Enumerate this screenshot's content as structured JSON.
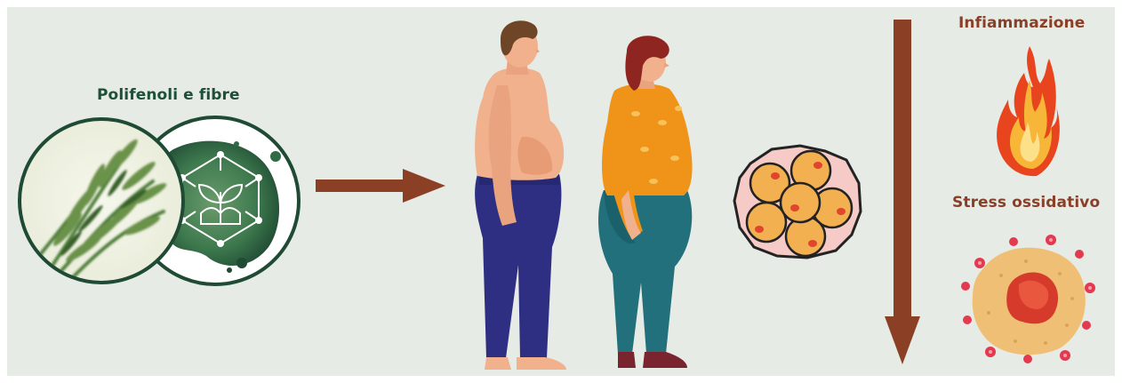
{
  "labels": {
    "polyphenols": "Polifenoli e fibre",
    "inflammation": "Infiammazione",
    "oxidative_stress": "Stress ossidativo"
  },
  "colors": {
    "background": "#e6ebe6",
    "green_label": "#1e5038",
    "brown_label": "#8a4028",
    "arrow": "#8b4026",
    "dark_green_ring": "#1f4a33",
    "man_jeans": "#2e2f82",
    "woman_jeans": "#21707c",
    "woman_top": "#ef9419",
    "skin": "#f1b18c",
    "man_hair": "#6e4526",
    "woman_hair": "#8e2521",
    "adipocyte_fill": "#f2b050",
    "adipocyte_nucleus": "#e2452e",
    "flame_outer": "#e8451e",
    "flame_inner": "#f7b637",
    "cell_membrane": "#efbf76",
    "cell_core": "#d63a2a",
    "radical_dot": "#e33a4f"
  },
  "icons": {
    "grass_photo": "grass-photo-icon",
    "plant_network": "plant-network-icon",
    "right_arrow": "right-arrow-icon",
    "obese_man": "obese-man-figure",
    "obese_woman": "obese-woman-figure",
    "fat_cells": "adipocyte-cluster-icon",
    "down_arrow": "down-arrow-icon",
    "flame": "flame-icon",
    "damaged_cell": "oxidative-stress-cell-icon"
  }
}
